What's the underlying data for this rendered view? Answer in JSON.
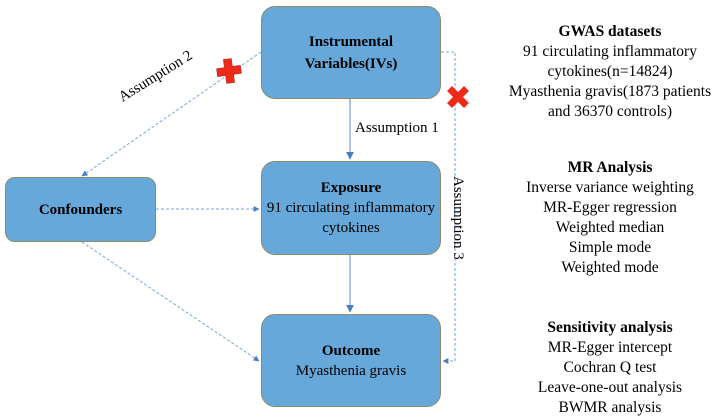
{
  "nodes": {
    "instrumental_variables": {
      "title": "Instrumental Variables(IVs)",
      "subtitle": ""
    },
    "exposure": {
      "title": "Exposure",
      "subtitle": "91 circulating inflammatory cytokines"
    },
    "outcome": {
      "title": "Outcome",
      "subtitle": "Myasthenia gravis"
    },
    "confounders": {
      "title": "Confounders",
      "subtitle": ""
    }
  },
  "edges": [
    {
      "from": "instrumental_variables",
      "to": "exposure",
      "style": "solid",
      "label": "Assumption 1"
    },
    {
      "from": "instrumental_variables",
      "to": "confounders",
      "style": "dashed",
      "label": "Assumption 2",
      "blocked": true
    },
    {
      "from": "instrumental_variables",
      "to": "outcome",
      "style": "dashed",
      "label": "Assumption 3",
      "blocked": true
    },
    {
      "from": "exposure",
      "to": "outcome",
      "style": "solid",
      "label": ""
    },
    {
      "from": "confounders",
      "to": "exposure",
      "style": "dashed",
      "label": ""
    },
    {
      "from": "confounders",
      "to": "outcome",
      "style": "dashed",
      "label": ""
    }
  ],
  "labels": {
    "assumption1": "Assumption 1",
    "assumption2": "Assumption 2",
    "assumption3": "Assumption 3"
  },
  "icons": {
    "blocked_marker": "red-cross-icon"
  },
  "colors": {
    "box_fill": "#66a8d9",
    "box_border": "#8c8a6a",
    "arrow": "#4a7ebf",
    "cross": "#ee2a1b"
  },
  "panels": {
    "gwas": {
      "title": "GWAS datasets",
      "lines": [
        "91 circulating inflammatory",
        "cytokines(n=14824)",
        "Myasthenia gravis(1873 patients",
        "and 36370 controls)"
      ]
    },
    "mr": {
      "title": "MR Analysis",
      "lines": [
        "Inverse variance weighting",
        "MR-Egger regression",
        "Weighted median",
        "Simple mode",
        "Weighted mode"
      ]
    },
    "sensitivity": {
      "title": "Sensitivity analysis",
      "lines": [
        "MR-Egger intercept",
        "Cochran Q test",
        "Leave-one-out analysis",
        "BWMR analysis"
      ]
    }
  }
}
